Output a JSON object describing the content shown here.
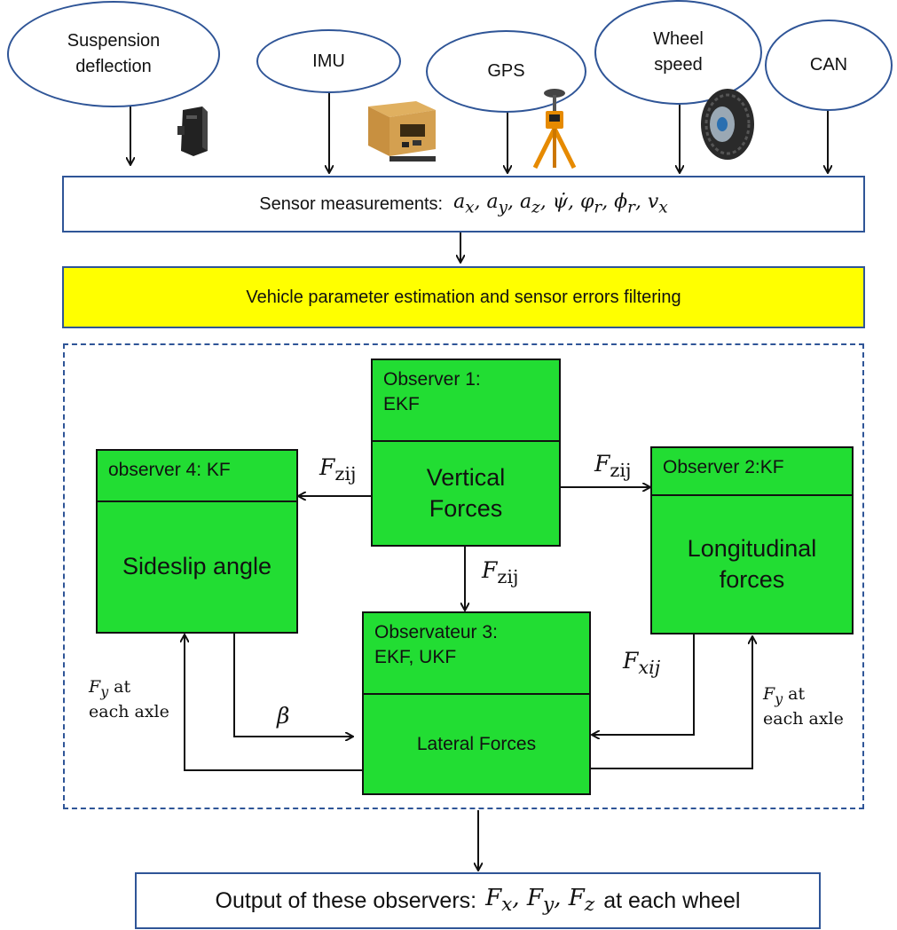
{
  "sensors": [
    {
      "label": "Suspension deflection"
    },
    {
      "label": "IMU"
    },
    {
      "label": "GPS"
    },
    {
      "label": "Wheel speed"
    },
    {
      "label": "CAN"
    }
  ],
  "sensor_bar": {
    "label": "Sensor measurements:",
    "formula": "aₓ, a_y, a_z, ψ̇, φ_r, ϕ_r, vₓ"
  },
  "estimation_bar": {
    "label": "Vehicle parameter estimation and sensor errors filtering"
  },
  "observers": {
    "obs1": {
      "title_line1": "Observer 1:",
      "title_line2": "EKF",
      "body_line1": "Vertical",
      "body_line2": "Forces"
    },
    "obs2": {
      "title": "Observer 2:KF",
      "body_line1": "Longitudinal",
      "body_line2": "forces"
    },
    "obs3": {
      "title_line1": "Observateur 3:",
      "title_line2": "EKF, UKF",
      "body": "Lateral Forces"
    },
    "obs4": {
      "title": "observer 4: KF",
      "body": "Sideslip angle"
    }
  },
  "edge_labels": {
    "fz_left": "F_zij",
    "fz_right": "F_zij",
    "fz_down": "F_zij",
    "fx": "F_xij",
    "beta": "β",
    "fy_left_line1": "F_y at",
    "fy_left_line2": "each axle",
    "fy_right_line1": "F_y at",
    "fy_right_line2": "each axle"
  },
  "output": {
    "label": "Output of these observers:",
    "formula": "Fₓ, F_y, F_z",
    "suffix": "at each wheel"
  },
  "colors": {
    "border_blue": "#2f5597",
    "green": "#22dd33",
    "yellow": "#ffff00"
  },
  "icons": [
    "suspension-sensor-icon",
    "imu-device-icon",
    "gps-tripod-icon",
    "wheel-tire-icon"
  ]
}
